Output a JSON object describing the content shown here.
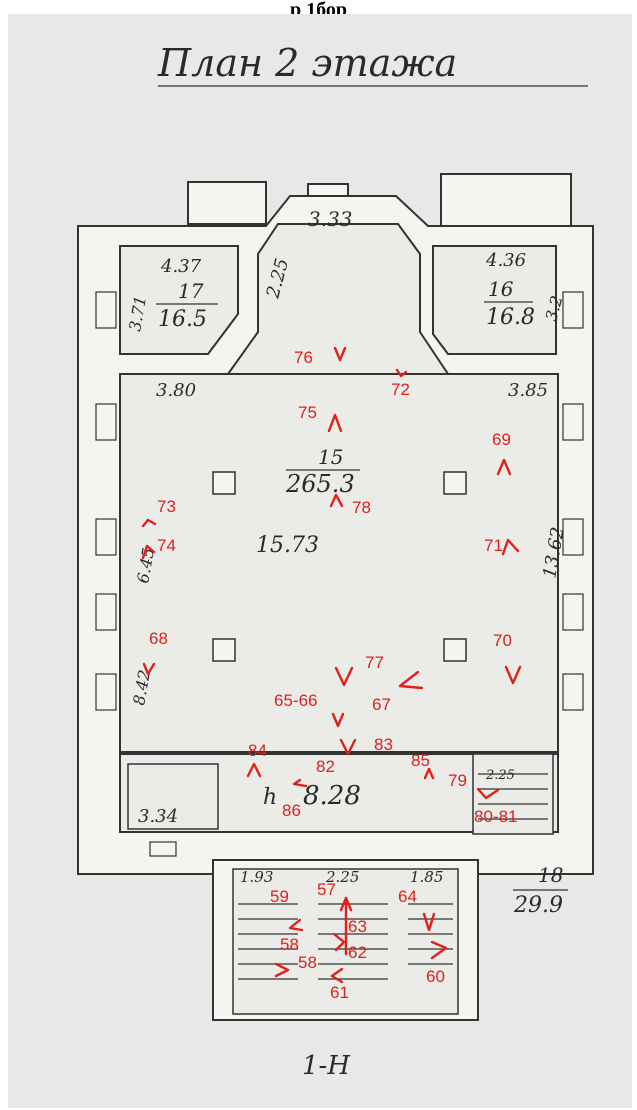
{
  "header": {
    "caption_fragment": "р 1бор"
  },
  "plan": {
    "title": "План 2 этажа",
    "footer_label": "1-Н",
    "rooms": [
      {
        "id": "17",
        "area": "16.5",
        "height": "4.37"
      },
      {
        "id": "16",
        "area": "16.8",
        "height": "4.36"
      },
      {
        "id": "15",
        "area": "265.3",
        "height": ""
      },
      {
        "id": "18",
        "area": "29.9",
        "height": ""
      }
    ],
    "dimensions": [
      "3.33",
      "2.25",
      "3.71",
      "3.80",
      "3.2",
      "3.85",
      "15.73",
      "6.45",
      "13.62",
      "8.42",
      "3.34",
      "8.28",
      "2.25",
      "1.93",
      "2.25",
      "1.85"
    ],
    "markers": [
      "76",
      "72",
      "75",
      "69",
      "73",
      "78",
      "74",
      "71",
      "68",
      "70",
      "77",
      "65-66",
      "67",
      "84",
      "82",
      "83",
      "85",
      "79",
      "86",
      "80-81",
      "59",
      "58",
      "57",
      "64",
      "63",
      "62",
      "58",
      "61",
      "60"
    ]
  },
  "colors": {
    "marker": "#e0201c",
    "ink": "#2a2a2a",
    "paper": "#e8e8e6"
  }
}
